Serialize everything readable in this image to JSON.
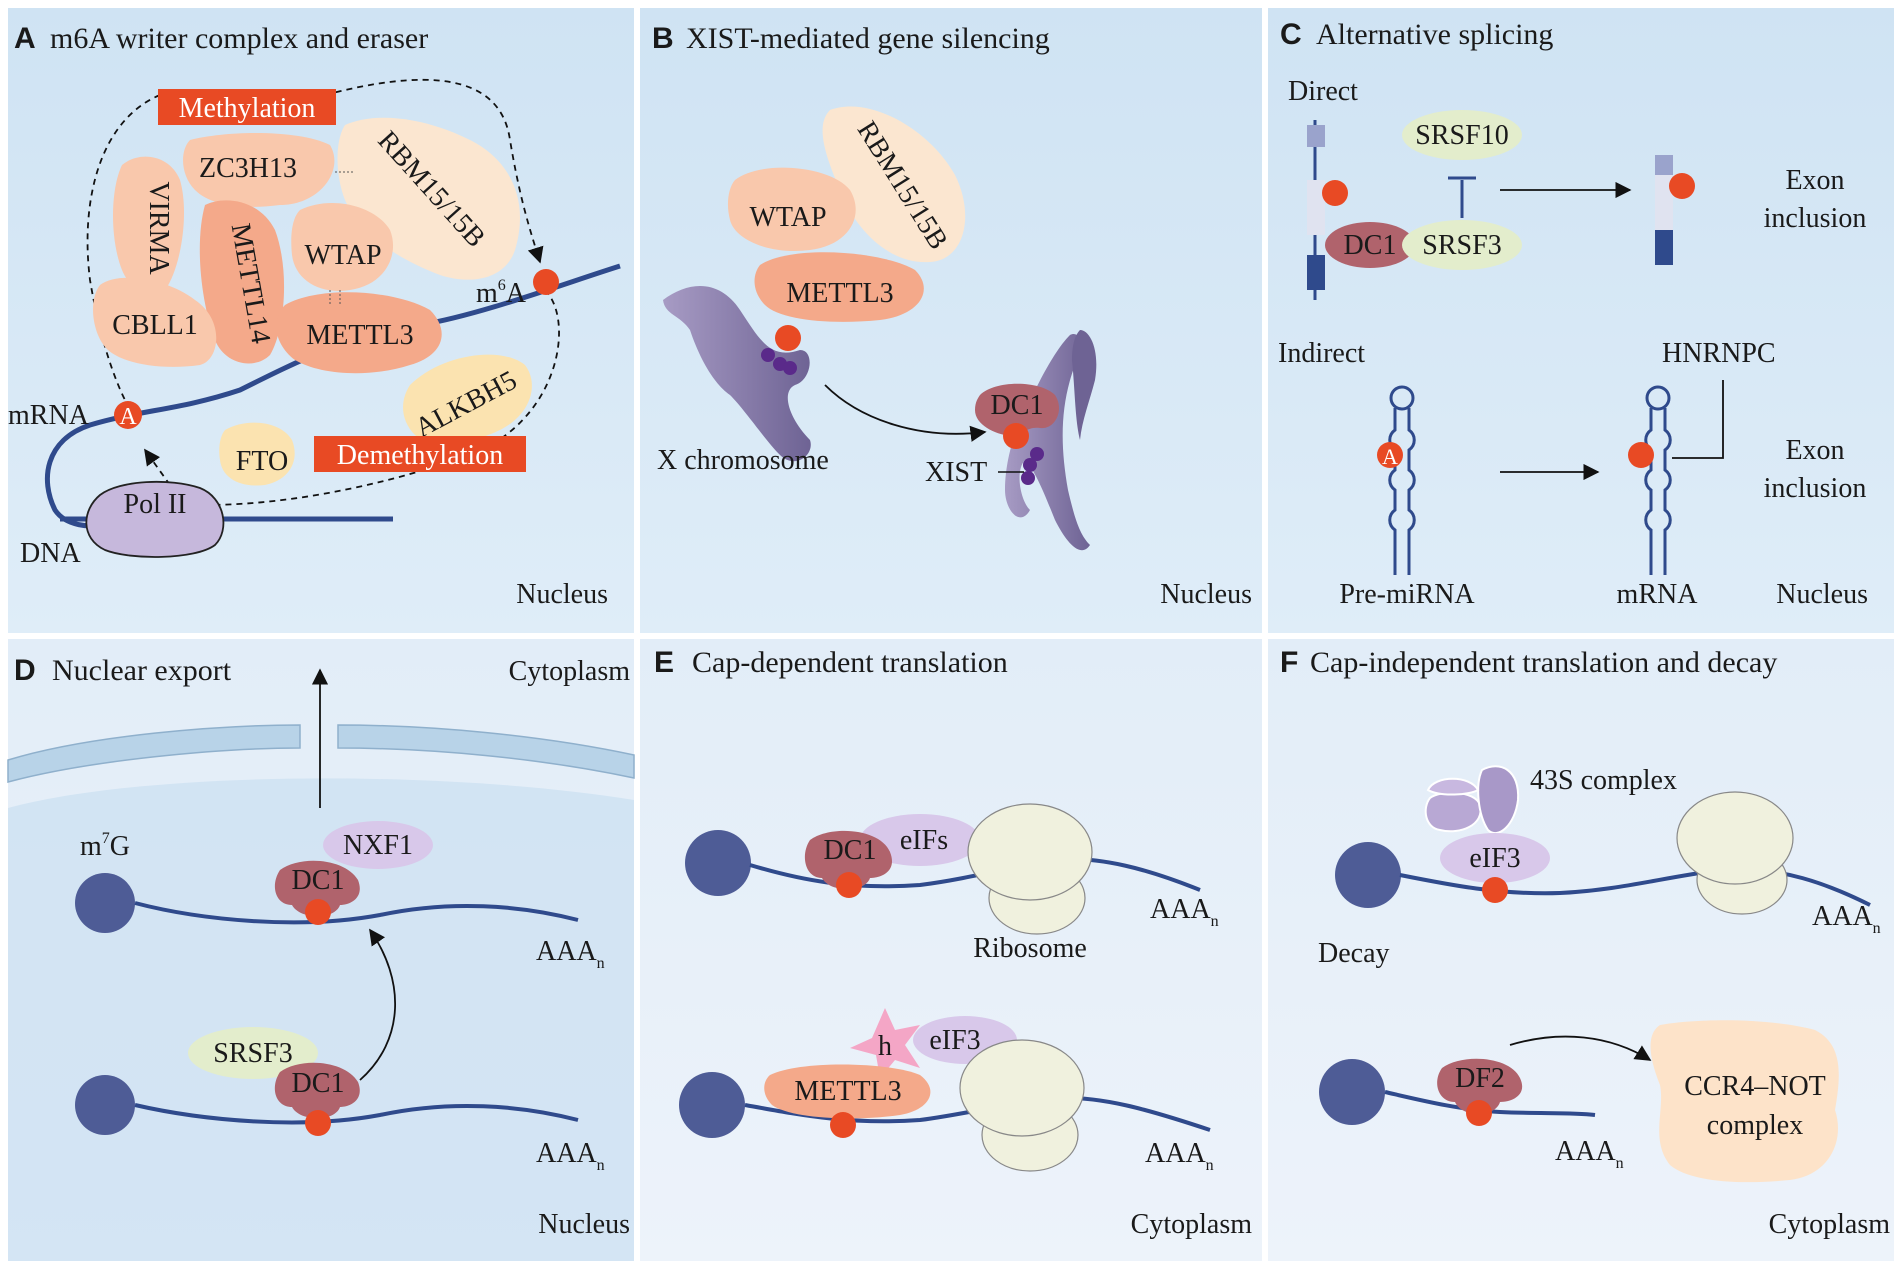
{
  "panels": {
    "a": {
      "letter": "A",
      "title": "m6A writer complex and eraser",
      "location": "Nucleus"
    },
    "b": {
      "letter": "B",
      "title": "XIST-mediated gene silencing",
      "location": "Nucleus"
    },
    "c": {
      "letter": "C",
      "title": "Alternative splicing",
      "location": "Nucleus"
    },
    "d": {
      "letter": "D",
      "title": "Nuclear export",
      "location_top": "Cytoplasm",
      "location": "Nucleus"
    },
    "e": {
      "letter": "E",
      "title": "Cap-dependent translation",
      "location": "Cytoplasm"
    },
    "f": {
      "letter": "F",
      "title": "Cap-independent translation and decay",
      "location": "Cytoplasm"
    }
  },
  "a": {
    "methylation": "Methylation",
    "demethylation": "Demethylation",
    "zc3h13": "ZC3H13",
    "rbm15": "RBM15/15B",
    "virma": "VIRMA",
    "mettl14": "METTL14",
    "wtap": "WTAP",
    "cbll1": "CBLL1",
    "mettl3": "METTL3",
    "alkbh5": "ALKBH5",
    "fto": "FTO",
    "m6a_base": "m",
    "m6a_sup": "6",
    "m6a_tail": "A",
    "mrna": "mRNA",
    "a_mark": "A",
    "pol2": "Pol II",
    "dna": "DNA"
  },
  "b": {
    "rbm15": "RBM15/15B",
    "wtap": "WTAP",
    "mettl3": "METTL3",
    "dc1": "DC1",
    "x_chrom": "X chromosome",
    "xist": "XIST"
  },
  "c": {
    "direct": "Direct",
    "srsf10": "SRSF10",
    "dc1": "DC1",
    "srsf3": "SRSF3",
    "exon_incl_1a": "Exon",
    "exon_incl_1b": "inclusion",
    "indirect": "Indirect",
    "hnrnpc": "HNRNPC",
    "a_mark": "A",
    "exon_incl_2a": "Exon",
    "exon_incl_2b": "inclusion",
    "pre_mirna": "Pre-miRNA",
    "mrna": "mRNA"
  },
  "d": {
    "m7g_base": "m",
    "m7g_sup": "7",
    "m7g_tail": "G",
    "nxf1": "NXF1",
    "dc1_top": "DC1",
    "aaa_top": "AAA",
    "aaa_top_sub": "n",
    "srsf3": "SRSF3",
    "dc1_bottom": "DC1",
    "aaa_bottom": "AAA",
    "aaa_bottom_sub": "n"
  },
  "e": {
    "dc1": "DC1",
    "eifs": "eIFs",
    "ribosome": "Ribosome",
    "aaa_top": "AAA",
    "aaa_top_sub": "n",
    "h": "h",
    "eif3": "eIF3",
    "mettl3": "METTL3",
    "aaa_bottom": "AAA",
    "aaa_bottom_sub": "n"
  },
  "f": {
    "complex_43s": "43S complex",
    "eif3": "eIF3",
    "aaa_top": "AAA",
    "aaa_top_sub": "n",
    "decay": "Decay",
    "df2": "DF2",
    "aaa_bottom": "AAA",
    "aaa_bottom_sub": "n",
    "ccr4_a": "CCR4–NOT",
    "ccr4_b": "complex"
  },
  "colors": {
    "nucleus_bg": "#d4e6f4",
    "cytoplasm_bg": "#e6eff8",
    "rna": "#2f4a8c",
    "m6a": "#e84a24",
    "writer": "#f9c8ac",
    "reader": "#b0636c",
    "eraser": "#fbe3b0",
    "lavender": "#d8c8ea",
    "green": "#e3edcc",
    "chromosome": "#8c80ac",
    "cap": "#4e5c96",
    "ribosome": "#f0f1de"
  }
}
